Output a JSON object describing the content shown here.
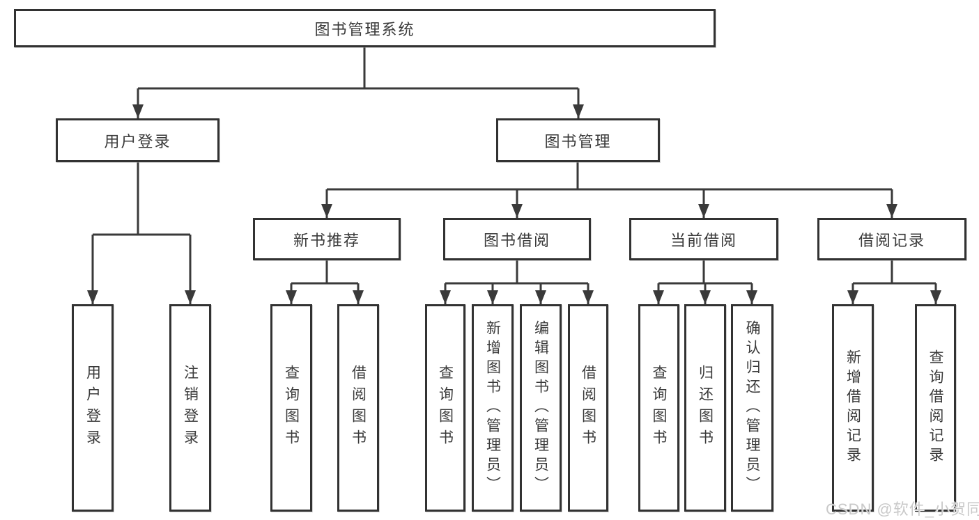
{
  "diagram": {
    "type": "hierarchy",
    "tree": {
      "label": "图书管理系统",
      "children": [
        {
          "label": "用户登录",
          "children": [
            {
              "label": "用户登录"
            },
            {
              "label": "注销登录"
            }
          ]
        },
        {
          "label": "图书管理",
          "children": [
            {
              "label": "新书推荐",
              "children": [
                {
                  "label": "查询图书"
                },
                {
                  "label": "借阅图书"
                }
              ]
            },
            {
              "label": "图书借阅",
              "children": [
                {
                  "label": "查询图书"
                },
                {
                  "label": "新增图书（管理员）"
                },
                {
                  "label": "编辑图书（管理员）"
                },
                {
                  "label": "借阅图书"
                }
              ]
            },
            {
              "label": "当前借阅",
              "children": [
                {
                  "label": "查询图书"
                },
                {
                  "label": "归还图书"
                },
                {
                  "label": "确认归还（管理员）"
                }
              ]
            },
            {
              "label": "借阅记录",
              "children": [
                {
                  "label": "新增借阅记录"
                },
                {
                  "label": "查询借阅记录"
                }
              ]
            }
          ]
        }
      ]
    },
    "colors": {
      "line": "#3a3a3a",
      "box_border": "#323232",
      "text": "#3a3a3a",
      "background": "#ffffff"
    }
  },
  "watermark": {
    "text": "CSDN @软件_小贺同学",
    "color": "#c6c6c6"
  }
}
